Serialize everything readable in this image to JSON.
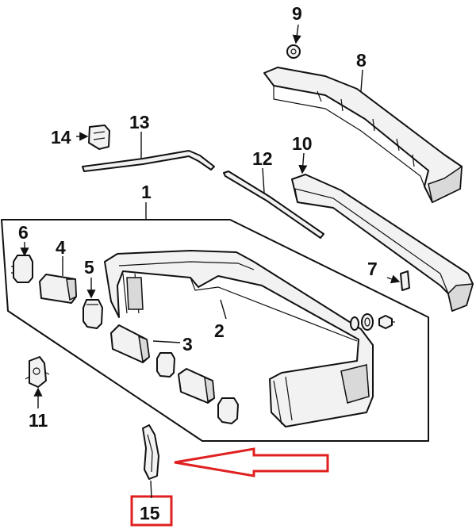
{
  "callouts": {
    "c1": "1",
    "c2": "2",
    "c3": "3",
    "c4": "4",
    "c5": "5",
    "c6": "6",
    "c7": "7",
    "c8": "8",
    "c9": "9",
    "c10": "10",
    "c11": "11",
    "c12": "12",
    "c13": "13",
    "c14": "14",
    "c15": "15"
  },
  "colors": {
    "highlight": "#e02020",
    "line": "#111111"
  }
}
